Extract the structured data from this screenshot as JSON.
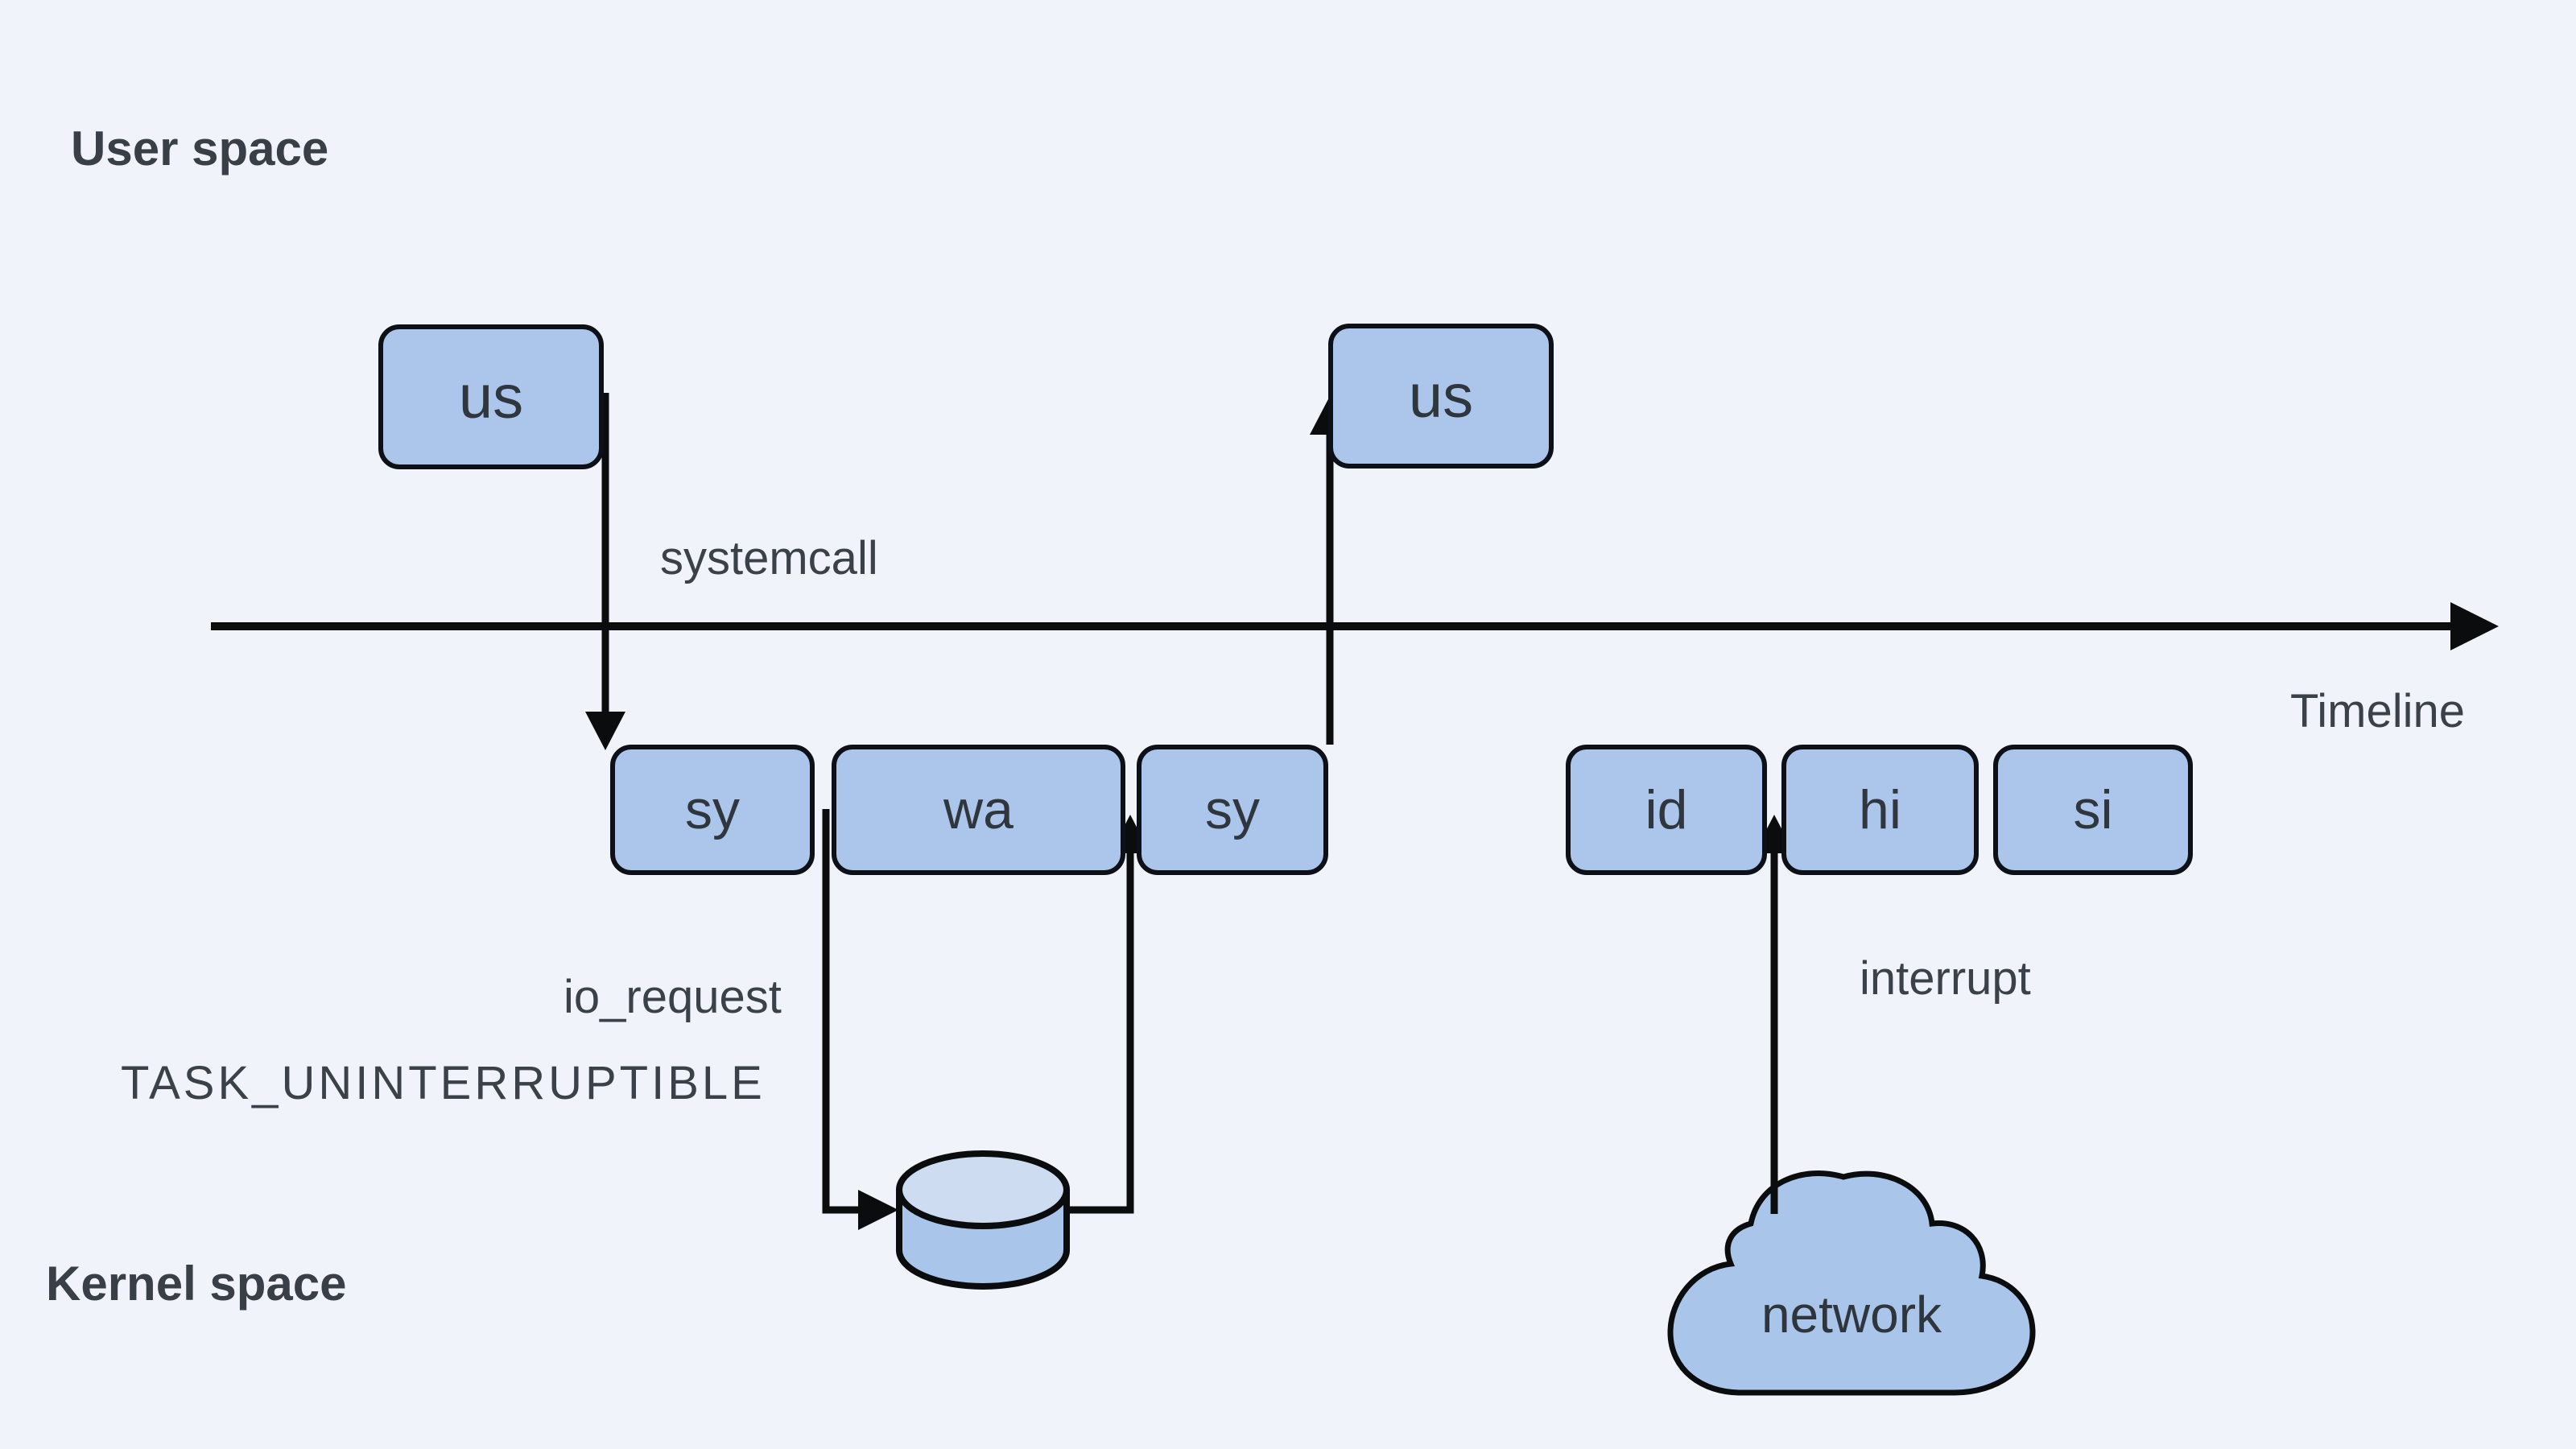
{
  "background_color": "#f0f3fa",
  "colors": {
    "box_fill": "#abc6ea",
    "box_border": "#0d1117",
    "disk_top_fill": "#cddcf0",
    "disk_body_fill": "#a9c6ea",
    "cloud_fill": "#a9c6ea",
    "line_color": "#0a0c0e",
    "text_dark": "#30363d",
    "label_color": "#3b4148"
  },
  "regions": {
    "user_space": "User space",
    "kernel_space": "Kernel space"
  },
  "timeline": {
    "label": "Timeline"
  },
  "user_states": [
    {
      "label": "us"
    },
    {
      "label": "us"
    }
  ],
  "kernel_states": [
    {
      "label": "sy"
    },
    {
      "label": "wa"
    },
    {
      "label": "sy"
    },
    {
      "label": "id"
    },
    {
      "label": "hi"
    },
    {
      "label": "si"
    }
  ],
  "annotations": {
    "systemcall": "systemcall",
    "io_request": "io_request",
    "task_state": "TASK_UNINTERRUPTIBLE",
    "interrupt": "interrupt"
  },
  "network": {
    "label": "network"
  },
  "icons": {
    "disk": "disk-cylinder-icon",
    "cloud": "network-cloud-icon"
  }
}
